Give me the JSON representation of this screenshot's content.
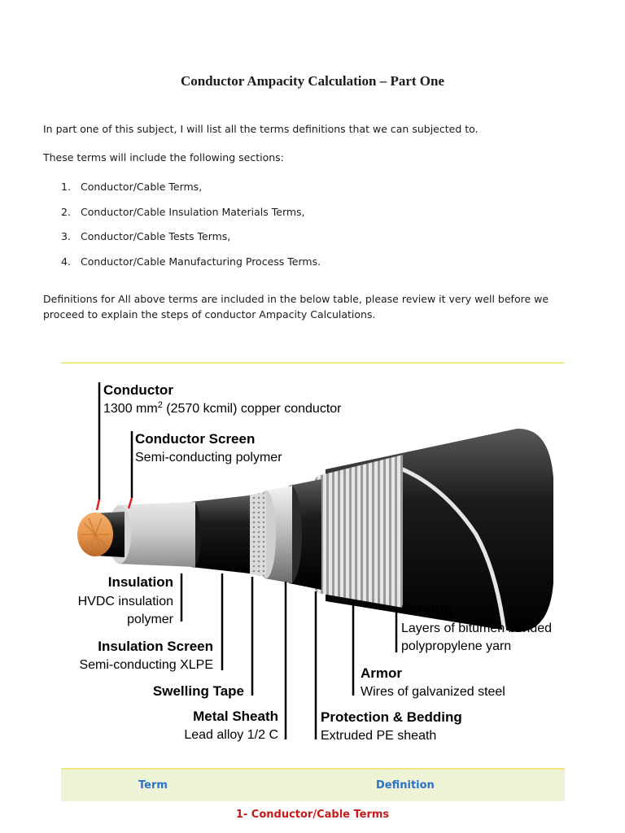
{
  "title": "Conductor Ampacity Calculation – Part One",
  "intro": "In part one of this subject, I will list all the terms definitions that we can subjected to.",
  "sections_intro": "These terms will include the following sections:",
  "sections": [
    {
      "num": "1.",
      "text": "Conductor/Cable Terms,"
    },
    {
      "num": "2.",
      "text": "Conductor/Cable Insulation Materials Terms,"
    },
    {
      "num": "3.",
      "text": "Conductor/Cable Tests Terms,"
    },
    {
      "num": "4.",
      "text": "Conductor/Cable Manufacturing Process Terms."
    }
  ],
  "definitions_note": "Definitions for All above terms are included in the below table, please review it very well before we proceed to explain the steps of conductor Ampacity Calculations.",
  "figure": {
    "conductor": {
      "name": "Conductor",
      "desc_prefix": "1300 mm",
      "desc_sup": "2",
      "desc_suffix": " (2570 kcmil) copper conductor"
    },
    "conductor_screen": {
      "name": "Conductor Screen",
      "desc": "Semi-conducting polymer"
    },
    "insulation": {
      "name": "Insulation",
      "desc1": "HVDC insulation",
      "desc2": "polymer"
    },
    "insulation_screen": {
      "name": "Insulation Screen",
      "desc": "Semi-conducting XLPE"
    },
    "swelling_tape": {
      "name": "Swelling Tape"
    },
    "metal_sheath": {
      "name": "Metal Sheath",
      "desc": "Lead alloy 1/2 C"
    },
    "protection": {
      "name": "Protection & Bedding",
      "desc": "Extruded PE sheath"
    },
    "armor": {
      "name": "Armor",
      "desc": "Wires of galvanized steel"
    },
    "serving": {
      "name": "Serving",
      "desc1": "Layers of bitumen bonded",
      "desc2": "polypropylene yarn"
    }
  },
  "table": {
    "col_term": "Term",
    "col_definition": "Definition",
    "section_heading": "1- Conductor/Cable Terms"
  },
  "colors": {
    "link_blue": "#2a73c9",
    "section_red": "#c61a1a",
    "header_bg": "#eef3d6",
    "rule_yellow": "#efe77d",
    "copper": "#e8964a"
  }
}
